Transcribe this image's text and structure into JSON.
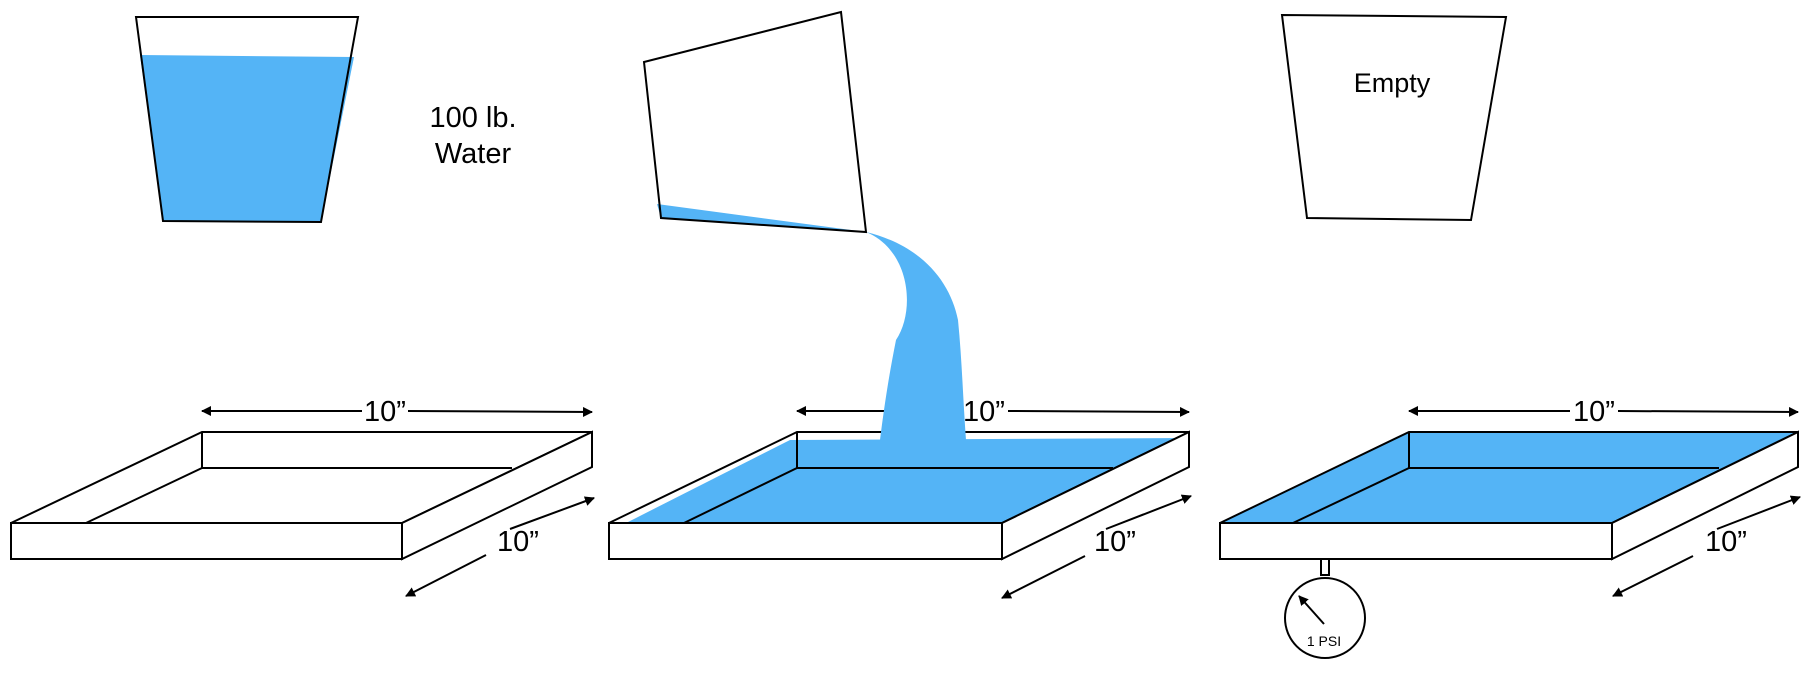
{
  "colors": {
    "water": "#54b4f6",
    "stroke": "#000000",
    "background": "#ffffff"
  },
  "panel_left": {
    "bucket_label_line1": "100 lb.",
    "bucket_label_line2": "Water",
    "tray_width_label": "10”",
    "tray_depth_label": "10”"
  },
  "panel_middle": {
    "tray_width_label": "10”",
    "tray_depth_label": "10”"
  },
  "panel_right": {
    "bucket_label": "Empty",
    "tray_width_label": "10”",
    "tray_depth_label": "10”",
    "gauge_label": "1 PSI"
  }
}
